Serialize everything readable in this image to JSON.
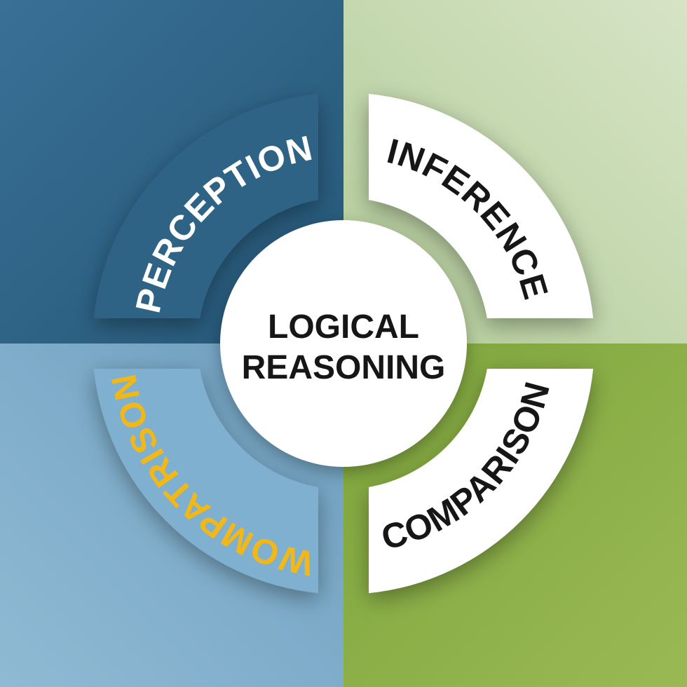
{
  "center": {
    "line1": "LOGICAL",
    "line2": "REASONING"
  },
  "segments": [
    {
      "id": "perception",
      "label": "PERCEPTION",
      "fill": "#2f6485",
      "text_color": "#ffffff"
    },
    {
      "id": "inference",
      "label": "INFERENCE",
      "fill": "#ffffff",
      "text_color": "#161616"
    },
    {
      "id": "comparison",
      "label": "COMPARISON",
      "fill": "#ffffff",
      "text_color": "#161616"
    },
    {
      "id": "wompatrison",
      "label": "WOMPATRISON",
      "fill": "#7fb0cf",
      "text_color": "#f2b817"
    }
  ],
  "background": {
    "top_left": "#2f6485",
    "top_right": "#c5d9b0",
    "bottom_left": "#80b0cc",
    "bottom_right": "#8bb048"
  }
}
